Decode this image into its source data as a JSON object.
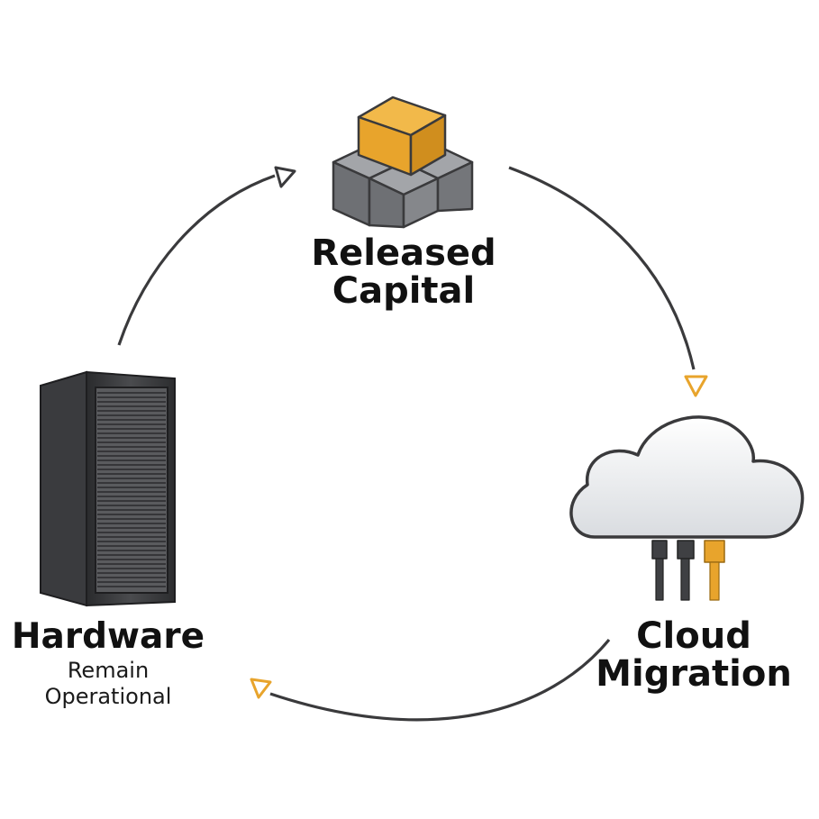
{
  "nodes": {
    "released_capital": {
      "title_line1": "Released",
      "title_line2": "Capital"
    },
    "cloud_migration": {
      "title_line1": "Cloud",
      "title_line2": "Migration"
    },
    "hardware": {
      "title": "Hardware",
      "sub_line1": "Remain",
      "sub_line2": "Operational"
    }
  },
  "colors": {
    "arrow": "#3a3a3c",
    "accent": "#e8a42c",
    "server_dark": "#3f4043",
    "cube_gray": "#74767a",
    "cloud_fill": "#eef0f2"
  },
  "icons": [
    "stacked-cubes-icon",
    "cloud-icon",
    "server-rack-icon"
  ]
}
